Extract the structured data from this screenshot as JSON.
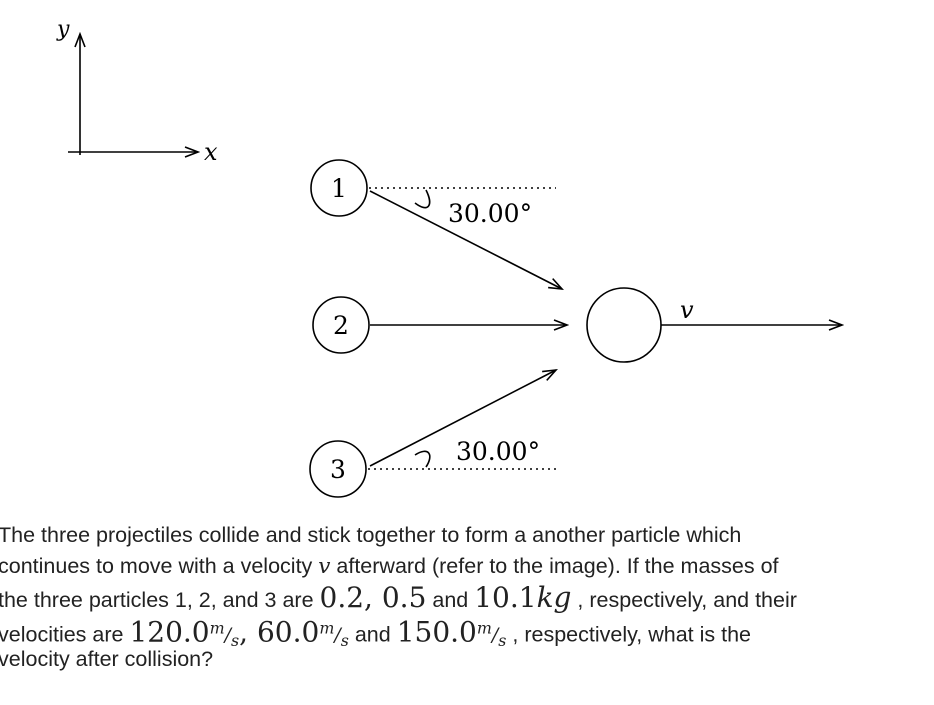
{
  "diagram": {
    "axis_y_label": "y",
    "axis_x_label": "x",
    "particle_1_label": "1",
    "particle_2_label": "2",
    "particle_3_label": "3",
    "angle_top_label": "30.00°",
    "angle_bottom_label": "30.00°",
    "velocity_label": "v"
  },
  "question": {
    "line1": "The three projectiles collide and stick together to form a another particle which",
    "line2_a": "continues to move with a velocity ",
    "line2_v": "v",
    "line2_b": " afterward (refer to the image). If the masses of",
    "line3_a": "the three particles 1, 2, and 3 are ",
    "m1": "0.2",
    "m2": "0.5",
    "line3_and": " and ",
    "m3": "10.1",
    "m3_unit": "kg",
    "line3_b": " , respectively, and their",
    "line4_a": "velocities are ",
    "v1": "120.0",
    "v2": "60.0",
    "line4_and": " and ",
    "v3": "150.0",
    "unit_m": "m",
    "unit_slash": "/",
    "unit_s": "s",
    "line4_b": " , respectively, what is the",
    "line5": "velocity after collision?"
  }
}
